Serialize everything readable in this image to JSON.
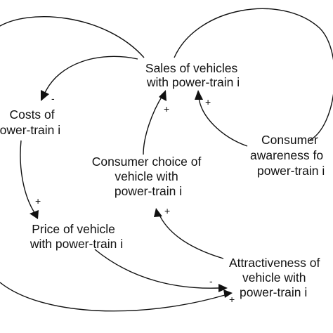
{
  "nodes": {
    "sales": [
      "Sales of vehicles",
      "with power-train i"
    ],
    "costs": [
      "Costs of",
      "power-train i"
    ],
    "choice": [
      "Consumer choice of",
      "vehicle with",
      "power-train i"
    ],
    "awareness": [
      "Consumer",
      "awareness fo",
      "power-train i"
    ],
    "price": [
      "Price of vehicle",
      "with power-train i"
    ],
    "attract": [
      "Attractiveness of",
      "vehicle with",
      "power-train i"
    ]
  },
  "polarities": {
    "sales_to_costs": "-",
    "choice_to_sales": "+",
    "awareness_to_sales": "+",
    "costs_to_price": "+",
    "attract_to_choice": "+",
    "price_to_attract": "-",
    "loop_to_attract": "+"
  },
  "colors": {
    "ink": "#111111",
    "background": "#ffffff"
  }
}
